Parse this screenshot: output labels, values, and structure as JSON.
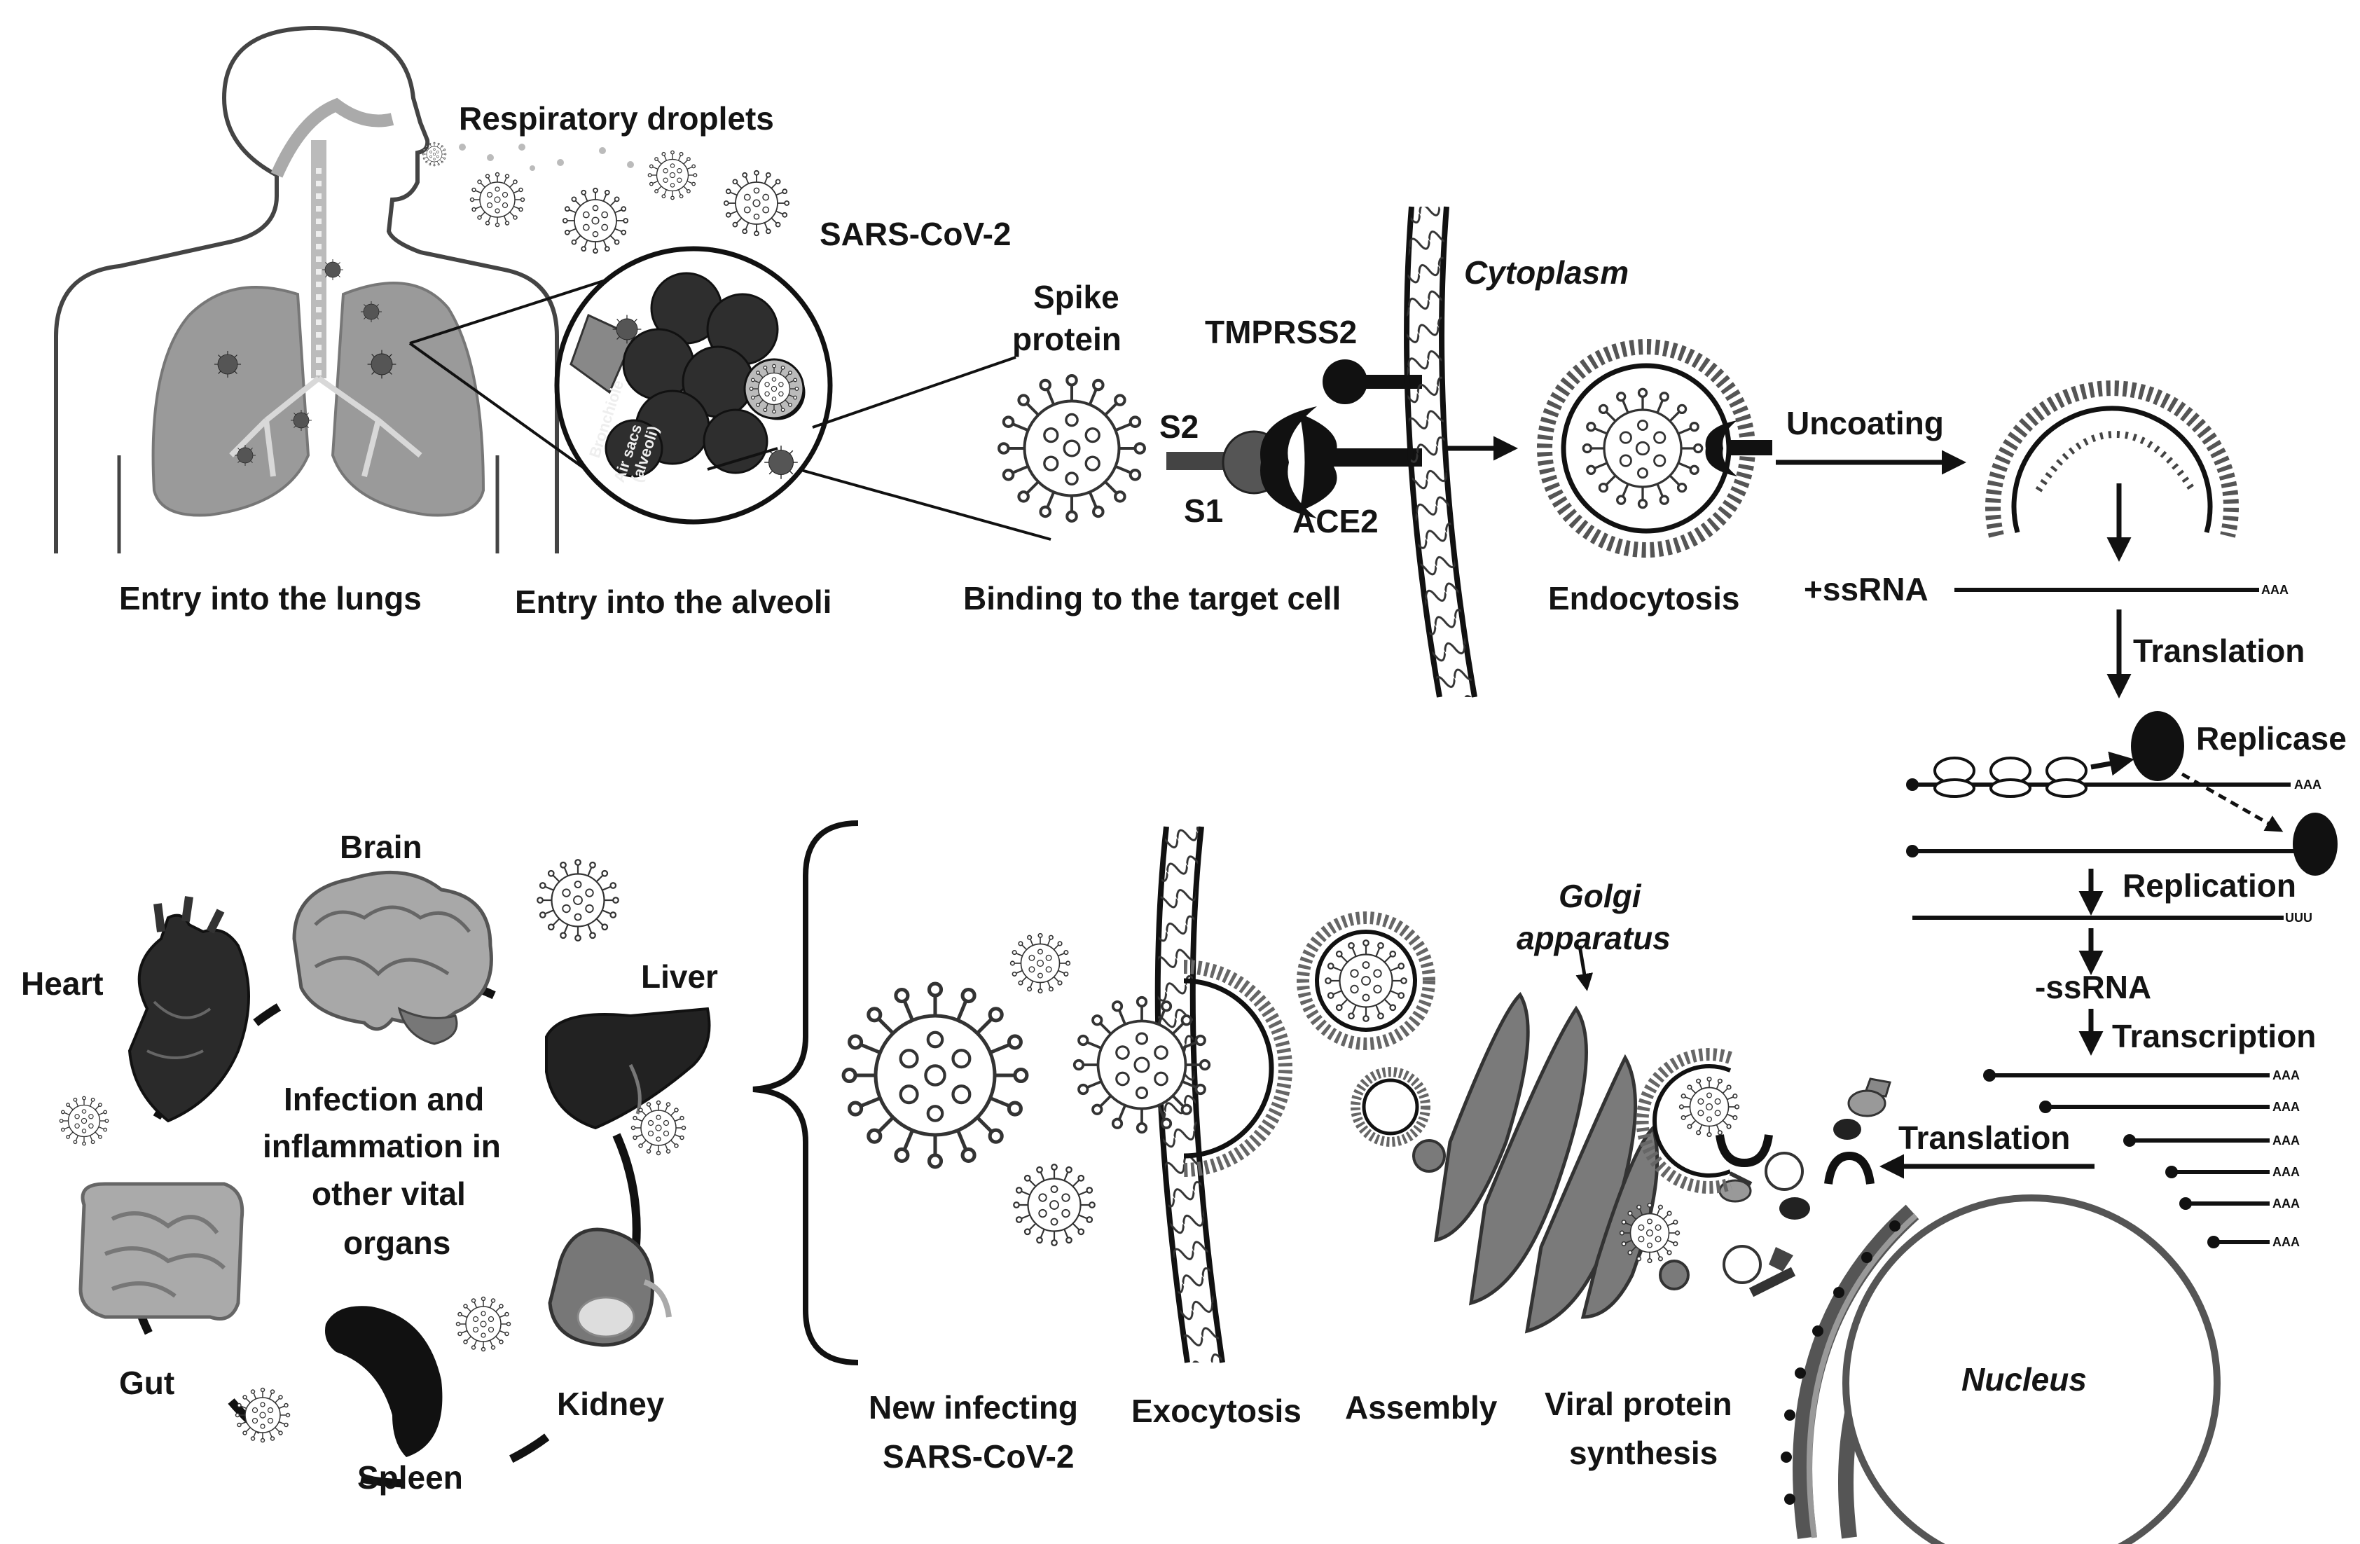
{
  "labels": {
    "respiratory_droplets": "Respiratory droplets",
    "sars_cov_2_top": "SARS-CoV-2",
    "bronchiole": "Bronchiole",
    "air_sacs_1": "Air sacs",
    "air_sacs_2": "(alveoli)",
    "spike_1": "Spike",
    "spike_2": "protein",
    "tmprss2": "TMPRSS2",
    "cytoplasm": "Cytoplasm",
    "s2": "S2",
    "s1": "S1",
    "ace2": "ACE2",
    "uncoating": "Uncoating",
    "entry_lungs": "Entry into the lungs",
    "entry_alveoli": "Entry into the alveoli",
    "binding": "Binding to the target cell",
    "endocytosis": "Endocytosis",
    "plus_ssrna": "+ssRNA",
    "translation_1": "Translation",
    "replicase": "Replicase",
    "replication": "Replication",
    "minus_ssrna": "-ssRNA",
    "transcription": "Transcription",
    "translation_2": "Translation",
    "golgi_1": "Golgi",
    "golgi_2": "apparatus",
    "nucleus": "Nucleus",
    "brain": "Brain",
    "heart": "Heart",
    "liver": "Liver",
    "gut": "Gut",
    "spleen": "Spleen",
    "kidney": "Kidney",
    "infection_1": "Infection and",
    "infection_2": "inflammation in",
    "infection_3": "other vital",
    "infection_4": "organs",
    "new_infecting_1": "New infecting",
    "new_infecting_2": "SARS-CoV-2",
    "exocytosis": "Exocytosis",
    "assembly": "Assembly",
    "viral_protein_1": "Viral protein",
    "viral_protein_2": "synthesis",
    "aaa": "AAA",
    "uuu": "UUU"
  },
  "colors": {
    "ink": "#111111",
    "dark_gray": "#3a3a3a",
    "mid_gray": "#7a7a7a",
    "light_gray": "#c8c8c8",
    "lung_gray": "#9a9a9a",
    "background": "#ffffff"
  }
}
